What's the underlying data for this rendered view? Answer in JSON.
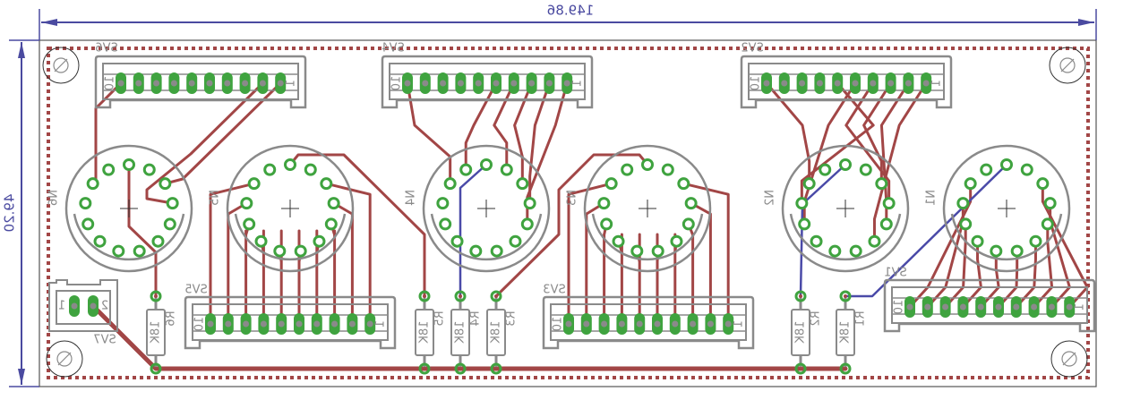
{
  "view": "pcb-bottom-mirrored",
  "colors": {
    "trace_bottom": "#a24646",
    "trace_top": "#4a4aa8",
    "pad": "#3fa33f",
    "drill": "#8a8a8a",
    "silkscreen": "#8a8a8a",
    "dimension": "#4a4aa0",
    "board_outline": "#555555",
    "restrict_dotted": "#a24646"
  },
  "dimensions": {
    "width": "149.86",
    "height": "49.20"
  },
  "connectors": [
    {
      "name": "SV6",
      "pin_first": "10",
      "pin_last": "1"
    },
    {
      "name": "SV4",
      "pin_first": "10",
      "pin_last": "1"
    },
    {
      "name": "SV2",
      "pin_first": "10",
      "pin_last": "1"
    },
    {
      "name": "SV5",
      "pin_first": "10",
      "pin_last": "1"
    },
    {
      "name": "SV3",
      "pin_first": "10",
      "pin_last": "1"
    },
    {
      "name": "SV1",
      "pin_first": "10",
      "pin_last": "1"
    }
  ],
  "sv7": {
    "name": "SV7",
    "pin_first": "1",
    "pin_last": "2"
  },
  "tubes": [
    "N6",
    "N5",
    "N4",
    "N3",
    "N2",
    "N1"
  ],
  "resistors": [
    {
      "name": "R6",
      "value": "18K"
    },
    {
      "name": "R5",
      "value": "18K"
    },
    {
      "name": "R4",
      "value": "18K"
    },
    {
      "name": "R3",
      "value": "18K"
    },
    {
      "name": "R2",
      "value": "18K"
    },
    {
      "name": "R1",
      "value": "18K"
    }
  ]
}
